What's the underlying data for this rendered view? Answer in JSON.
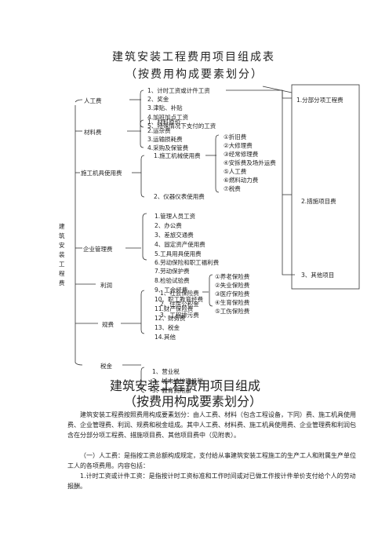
{
  "title": {
    "line1": "建筑安装工程费用项目组成表",
    "line2": "（按费用构成要素划分）"
  },
  "root": "建筑安装工程费",
  "categories": {
    "labor": "人工费",
    "material": "材料费",
    "machine": "施工机具使用费",
    "enterprise": "企业管理费",
    "profit": "利润",
    "fees": "规费",
    "tax": "税金"
  },
  "labor_items": [
    "1、计时工资或计件工资",
    "2、奖金",
    "3.津贴、补贴",
    "4.加班加点工资",
    "5、特殊情况下支付的工资"
  ],
  "material_items": [
    "1、材料原价",
    "2.运杂费",
    "3.运输损耗费",
    "4.采购及保管费"
  ],
  "machine_items": {
    "a": "1.施工机械使用费",
    "b": "2、仪器仪表使用费"
  },
  "machine_sub": [
    "①折旧费",
    "②大修理费",
    "③经常修理费",
    "④安拆费及场外运费",
    "⑤人工费",
    "⑥燃料动力费",
    "⑦税费"
  ],
  "enterprise_items": [
    "1.管理人员工资",
    "2、办公费",
    "3、差旅交通费",
    "4、固定资产使用费",
    "5.工具用具使用费",
    "6.劳动保险和职工福利费",
    "7.劳动保护费",
    "8.检验试验费",
    "9、工会经费",
    "10、职工教育经费",
    "11.财产保险费",
    "12、财务费",
    "13、税金",
    "14.其他"
  ],
  "fees_items": [
    "1、社会保险费",
    "2、住房公积金",
    "3、工程排污费"
  ],
  "insurance_items": [
    "①养老保险费",
    "②失业保险费",
    "③医疗保险费",
    "④生育保险费",
    "⑤工伤保险费"
  ],
  "tax_items": [
    "1、营业税",
    "2、城市维护建设税",
    "3、教育费附加"
  ],
  "right_items": [
    "1.分部分项工程费",
    "2.措施项目费",
    "3、其他项目"
  ],
  "heading": {
    "line1": "建筑安装工程费用项目组成",
    "line2": "（按费用构成要素划分）"
  },
  "body": {
    "p1": "建筑安装工程费按照费用构成要素划分：由人工费、材料（包含工程设备，下同）费、施工机具使用费、企业管理费、利润、规费和税金组成。其中人工费、材料费、施工机具使用费、企业管理费和利润包含在分部分项工程费、措施项目费、其他项目费中（见附表）。",
    "p2": "（一）人工费：是指按工资总额构成规定，支付给从事建筑安装工程施工的生产工人和附属生产单位工人的各项费用。内容包括：",
    "p3": "1.计时工资或计件工资：是指按计时工资标准和工作时间或对已做工作按计件单价支付给个人的劳动报酬。"
  }
}
